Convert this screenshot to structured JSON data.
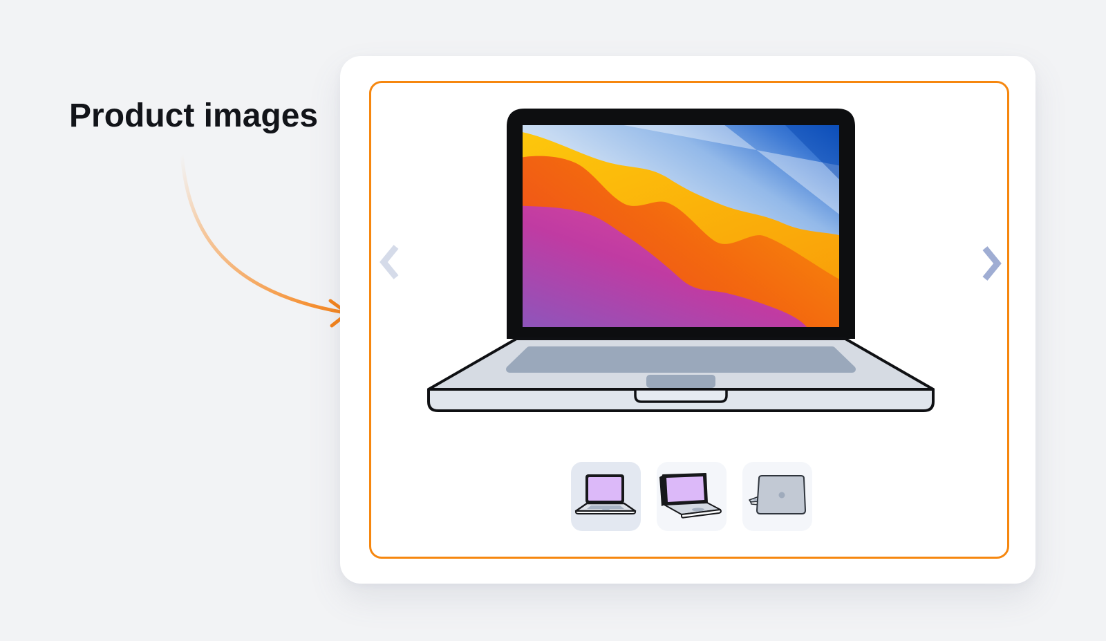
{
  "annotation": {
    "label": "Product images",
    "arrow_icon": "curved-arrow-pointing-to-carousel"
  },
  "colors": {
    "accent_orange": "#F6870F",
    "page_background": "#F2F3F5",
    "card_background": "#FFFFFF",
    "prev_chevron_disabled": "#D5DBE9",
    "next_chevron_active": "#9FADD3",
    "thumbnail_selected_bg": "#E3E8F1",
    "thumbnail_bg": "#F4F6FA",
    "thumbnail_screen_purple": "#DCB9F9",
    "laptop_body_gray": "#D6DBE3",
    "laptop_keyboard_gray": "#9AA8BB"
  },
  "carousel": {
    "main_image": "open-laptop-with-colorful-wave-wallpaper",
    "prev_label": "Previous image",
    "next_label": "Next image",
    "thumbnails": [
      {
        "id": "laptop-front-view",
        "label": "Laptop front view",
        "selected": true
      },
      {
        "id": "laptop-angled-view",
        "label": "Laptop angled view",
        "selected": false
      },
      {
        "id": "laptop-rear-view",
        "label": "Laptop rear view",
        "selected": false
      }
    ]
  }
}
